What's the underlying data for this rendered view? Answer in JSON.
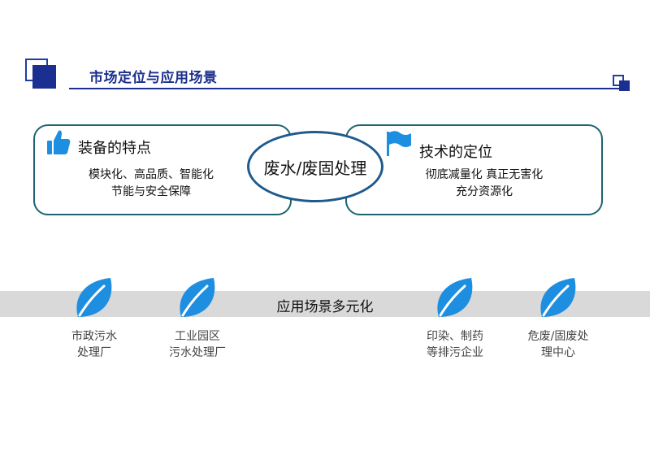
{
  "header": {
    "title": "市场定位与应用场景"
  },
  "equipment": {
    "title": "装备的特点",
    "lines": [
      "模块化、高品质、智能化",
      "节能与安全保障"
    ]
  },
  "center": {
    "label": "废水/废固处理"
  },
  "positioning": {
    "title": "技术的定位",
    "lines": [
      "彻底减量化 真正无害化",
      "充分资源化"
    ]
  },
  "band": {
    "label": "应用场景多元化"
  },
  "scenarios": [
    {
      "line1": "市政污水",
      "line2": "处理厂"
    },
    {
      "line1": "工业园区",
      "line2": "污水处理厂"
    },
    {
      "line1": "印染、制药",
      "line2": "等排污企业"
    },
    {
      "line1": "危废/固废处",
      "line2": "理中心"
    }
  ],
  "icons": {
    "equipment": "thumbs-up-icon",
    "positioning": "flag-icon",
    "scenario": "leaf-icon"
  },
  "colors": {
    "brand_blue": "#1a2f8f",
    "box_border": "#1c6470",
    "ellipse_border": "#1e5a8c",
    "icon_blue": "#1e8fe0",
    "band": "#d9d9d9"
  }
}
